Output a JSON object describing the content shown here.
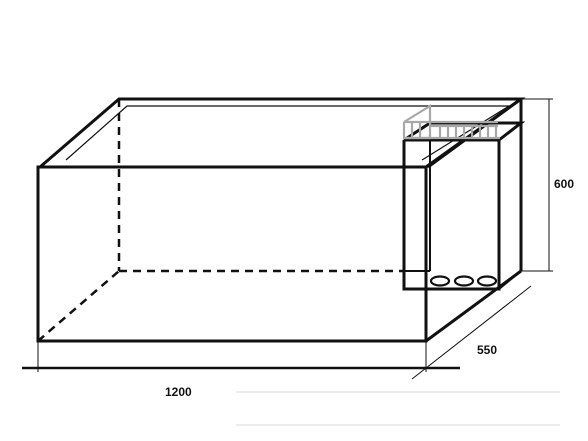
{
  "dimensions": {
    "length": "1200",
    "depth": "550",
    "height": "600"
  },
  "colors": {
    "stroke": "#111111",
    "overflow_comb": "#a8a8a8",
    "background": "#ffffff"
  }
}
